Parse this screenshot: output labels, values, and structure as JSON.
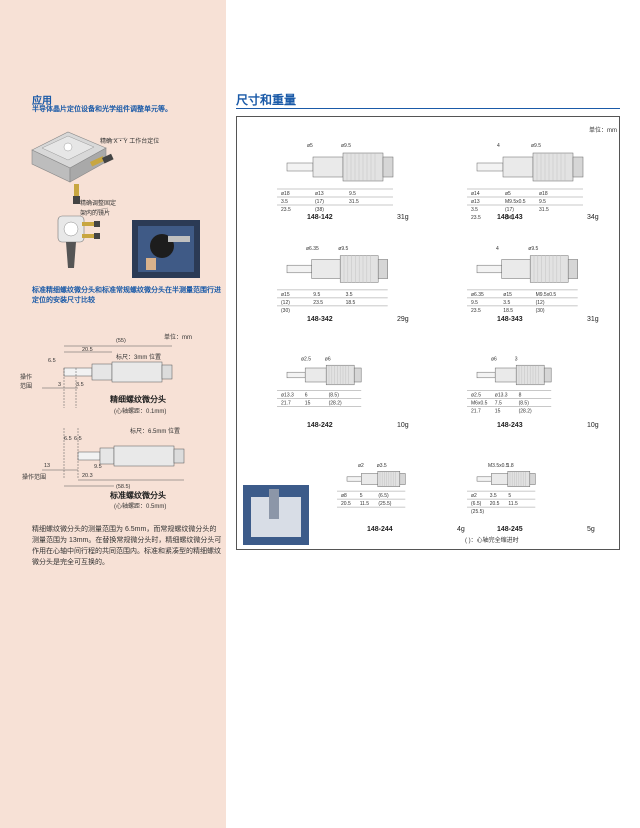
{
  "sidebar": {
    "application_title": "应用",
    "application_sub": "半导体晶片定位设备和光学组件调整单元等。",
    "photo_labels": [
      "精确 X・Y 工作台定位",
      "精确调整固定",
      "架内的镜片"
    ],
    "compare_title": "标准精细螺纹微分头和标准常规螺纹微分头在半测量范围行进定位的安装尺寸比较",
    "compare_unit": "单位：mm",
    "fine_head": {
      "dims": [
        "(55)",
        "20.5",
        "6.5",
        "3",
        "3.5"
      ],
      "scale_pos": "标尺：3mm 位置",
      "op_range": "操作\n范围",
      "name": "精细螺纹微分头",
      "pitch": "(心轴螺距：0.1mm)"
    },
    "std_head": {
      "dims": [
        "6.5",
        "6.5",
        "13",
        "9.5",
        "20.3",
        "(58.5)"
      ],
      "scale_pos": "标尺：6.5mm 位置",
      "op_range": "操作范围",
      "name": "标准螺纹微分头",
      "pitch": "(心轴螺距：0.5mm)"
    },
    "description": "精细螺纹微分头的测量范围为 6.5mm，而常规螺纹微分头的测量范围为 13mm。在替换常规微分头时，精细螺纹微分头可作用在心轴中间行程的共同范围内。标准和紧凑型的精细螺纹微分头是完全可互换的。"
  },
  "section": {
    "title": "尺寸和重量",
    "unit": "单位：mm",
    "note": "( )：心轴完全缩进时",
    "products": [
      {
        "model": "148-142",
        "weight": "31g",
        "dims": [
          "ø9.5",
          "ø5",
          "ø18",
          "ø13",
          "9.5",
          "3.5",
          "(17)",
          "31.5",
          "23.5",
          "(38)"
        ]
      },
      {
        "model": "148-143",
        "weight": "34g",
        "dims": [
          "ø9.5",
          "4",
          "ø14",
          "ø5",
          "ø18",
          "ø13",
          "M9.5x0.5",
          "9.5",
          "3.5",
          "(17)",
          "31.5",
          "23.5",
          "(38)"
        ]
      },
      {
        "model": "148-342",
        "weight": "29g",
        "dims": [
          "ø9.5",
          "ø6.35",
          "ø15",
          "9.5",
          "3.5",
          "(12)",
          "23.5",
          "18.5",
          "(30)"
        ]
      },
      {
        "model": "148-343",
        "weight": "31g",
        "dims": [
          "ø9.5",
          "4",
          "ø6.35",
          "ø15",
          "M9.5x0.5",
          "9.5",
          "3.5",
          "(12)",
          "23.5",
          "18.5",
          "(30)"
        ]
      },
      {
        "model": "148-242",
        "weight": "10g",
        "dims": [
          "ø6",
          "ø2.5",
          "ø13.3",
          "6",
          "(8.5)",
          "21.7",
          "15",
          "(28.2)"
        ]
      },
      {
        "model": "148-243",
        "weight": "10g",
        "dims": [
          "3",
          "ø6",
          "ø2.5",
          "ø13.3",
          "8",
          "M6x0.5",
          "7.5",
          "(8.5)",
          "21.7",
          "15",
          "(28.2)"
        ]
      },
      {
        "model": "148-244",
        "weight": "4g",
        "dims": [
          "ø3.5",
          "ø2",
          "ø8",
          "5",
          "(6.5)",
          "20.5",
          "11.5",
          "(25.5)"
        ]
      },
      {
        "model": "148-245",
        "weight": "5g",
        "dims": [
          "1.8",
          "M3.5x0.5",
          "ø2",
          "3.5",
          "5",
          "(6.5)",
          "20.5",
          "11.5",
          "(25.5)"
        ]
      }
    ]
  },
  "colors": {
    "sidebar_bg": "#f7e1d6",
    "accent": "#1a5aa8"
  }
}
